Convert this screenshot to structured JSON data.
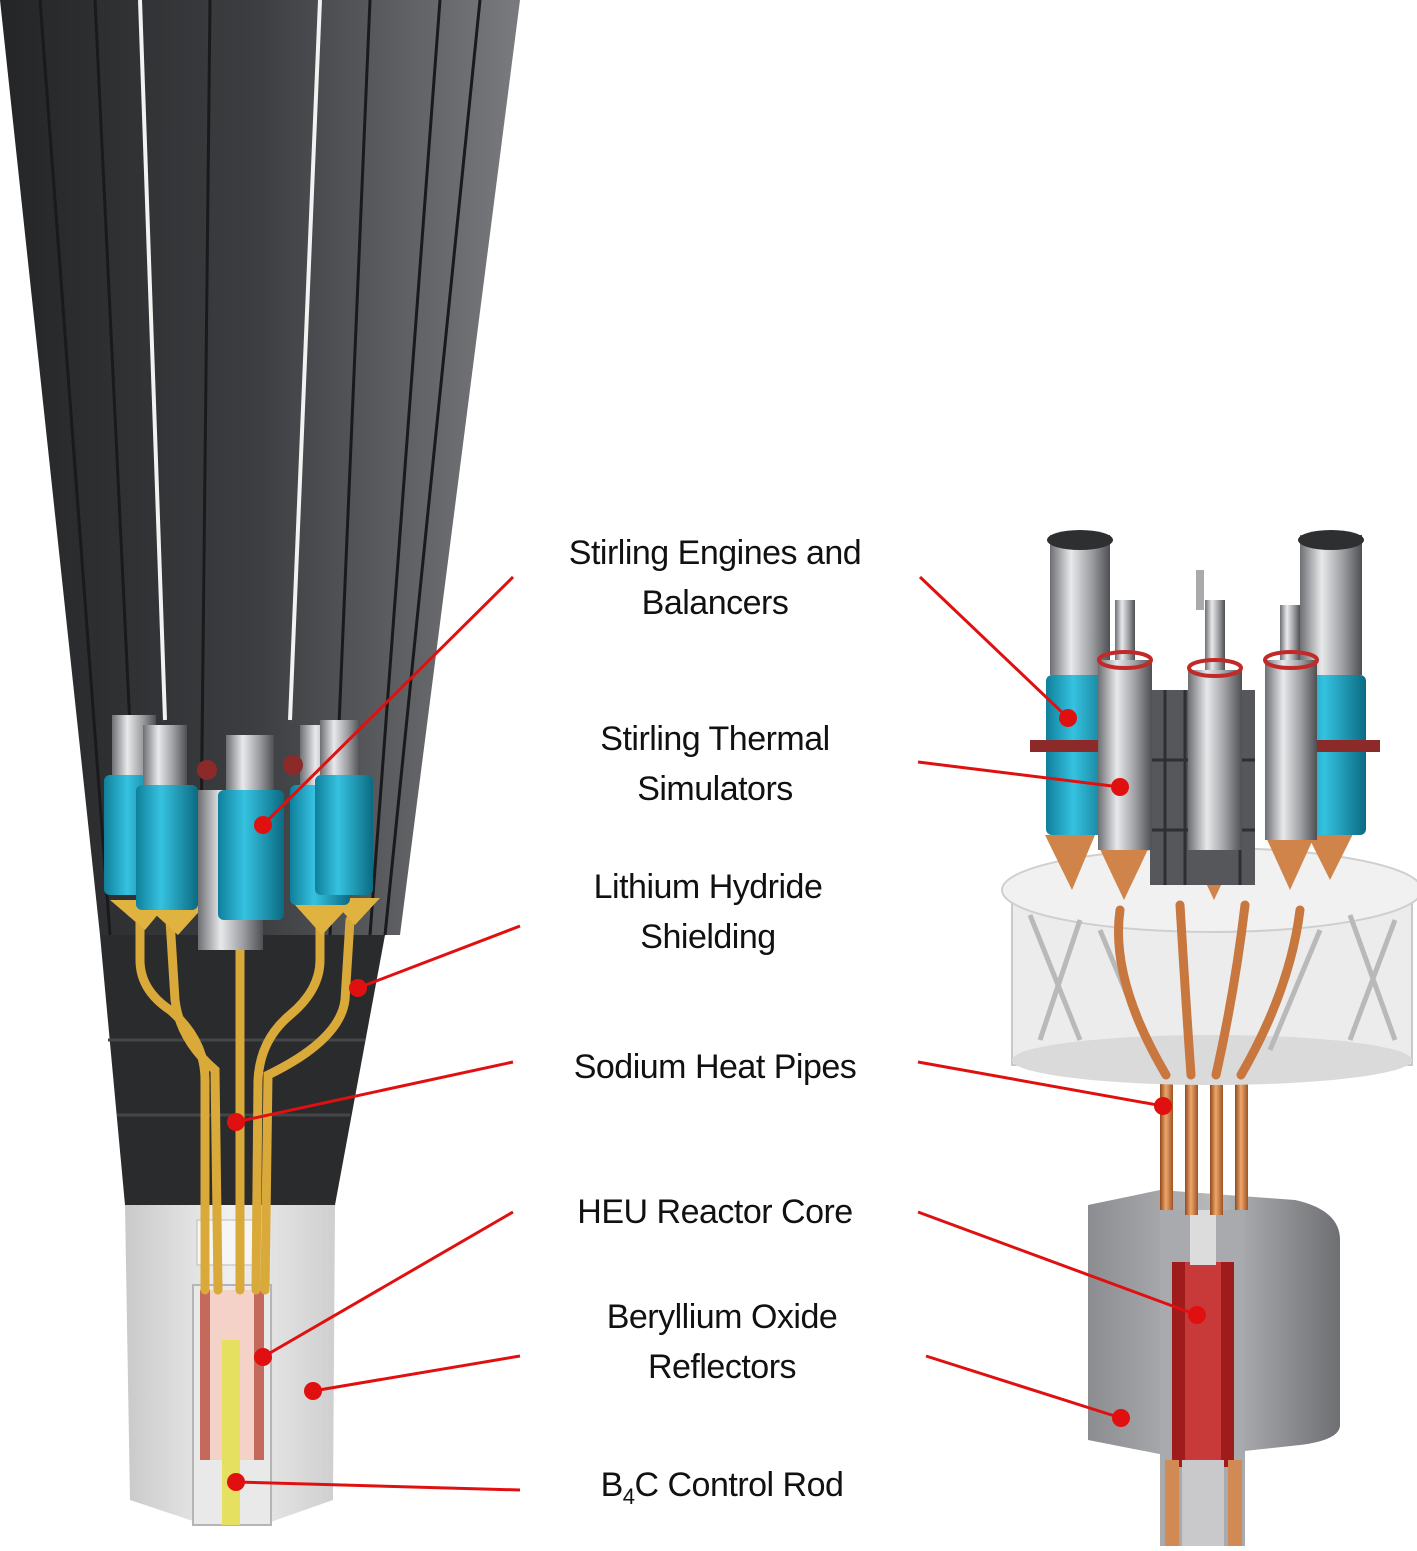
{
  "labels": {
    "stirling_engines": {
      "line1": "Stirling Engines and",
      "line2": "Balancers"
    },
    "stirling_thermal": {
      "line1": "Stirling Thermal",
      "line2": "Simulators"
    },
    "lithium_hydride": {
      "line1": "Lithium Hydride",
      "line2": "Shielding"
    },
    "sodium_pipes": {
      "line1": "Sodium Heat Pipes"
    },
    "heu_core": {
      "line1": "HEU Reactor Core"
    },
    "beryllium": {
      "line1": "Beryllium Oxide",
      "line2": "Reflectors"
    },
    "control_rod": {
      "prefix": "B",
      "sub": "4",
      "suffix": "C Control Rod"
    }
  },
  "colors": {
    "leader": "#e01010",
    "radiator": "#3a3b3d",
    "shield": "#2b2c2e",
    "reflector": "#d9d9d9",
    "heat_pipe": "#d9a93a",
    "copper": "#c8773e",
    "blue": "#1fa9c9",
    "core_red": "#b01e1e",
    "control_rod": "#e5e060"
  }
}
